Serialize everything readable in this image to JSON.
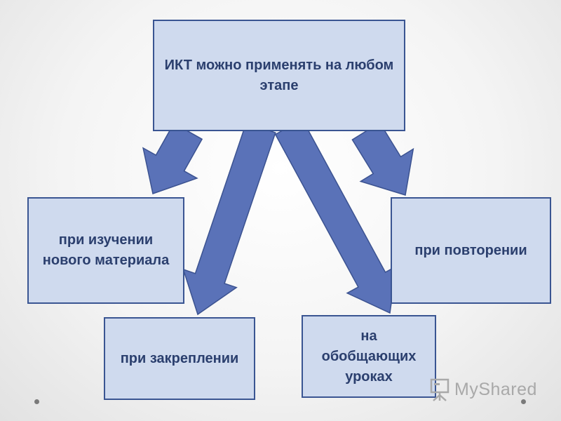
{
  "diagram": {
    "root": "ИКТ можно применять на любом этапе",
    "nodes": [
      {
        "id": "new",
        "label": "при изучении нового материала"
      },
      {
        "id": "fix",
        "label": "при закреплении"
      },
      {
        "id": "gen",
        "label": "на обобщающих уроках"
      },
      {
        "id": "rep",
        "label": "при повторении"
      }
    ]
  },
  "colors": {
    "box_fill": "#cfdaee",
    "box_border": "#3a5592",
    "arrow_fill": "#5a72b8",
    "arrow_stroke": "#3b5290",
    "text": "#2b3f6e"
  },
  "watermark": {
    "text": "MyShared",
    "icon": "presentation-board-icon"
  }
}
